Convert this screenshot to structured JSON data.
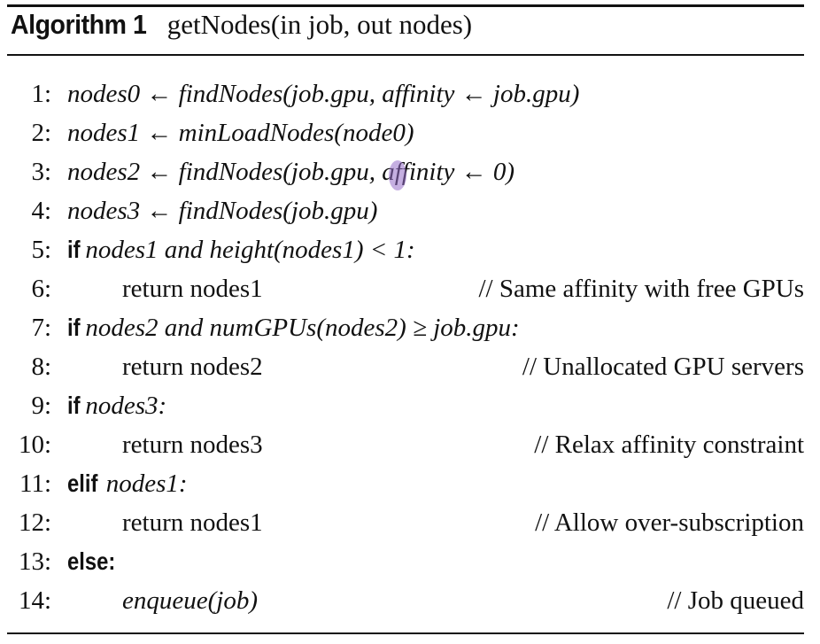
{
  "algorithm": {
    "label": "Algorithm 1",
    "signature": "getNodes(in job, out nodes)"
  },
  "lines": [
    {
      "num": "1:",
      "code": "nodes0 ← findNodes(job.gpu, affinity ← job.gpu)"
    },
    {
      "num": "2:",
      "code": "nodes1 ← minLoadNodes(node0)"
    },
    {
      "num": "3:",
      "code": "nodes2 ← findNodes(job.gpu, affinity ← 0)"
    },
    {
      "num": "4:",
      "code": "nodes3 ← findNodes(job.gpu)"
    },
    {
      "num": "5:",
      "keyword": "if",
      "code": "nodes1 and height(nodes1) < 1:"
    },
    {
      "num": "6:",
      "code": "return nodes1",
      "comment": "// Same affinity with free GPUs"
    },
    {
      "num": "7:",
      "keyword": "if",
      "code": "nodes2 and numGPUs(nodes2) ≥ job.gpu:"
    },
    {
      "num": "8:",
      "code": "return nodes2",
      "comment": "// Unallocated GPU servers"
    },
    {
      "num": "9:",
      "keyword": "if",
      "code": "nodes3:"
    },
    {
      "num": "10:",
      "code": "return nodes3",
      "comment": "// Relax affinity constraint"
    },
    {
      "num": "11:",
      "keyword": "elif",
      "code": "nodes1:"
    },
    {
      "num": "12:",
      "code": "return nodes1",
      "comment": "// Allow over-subscription"
    },
    {
      "num": "13:",
      "keyword": "else:",
      "code": ""
    },
    {
      "num": "14:",
      "code": "enqueue(job)",
      "comment": "// Job queued"
    }
  ]
}
